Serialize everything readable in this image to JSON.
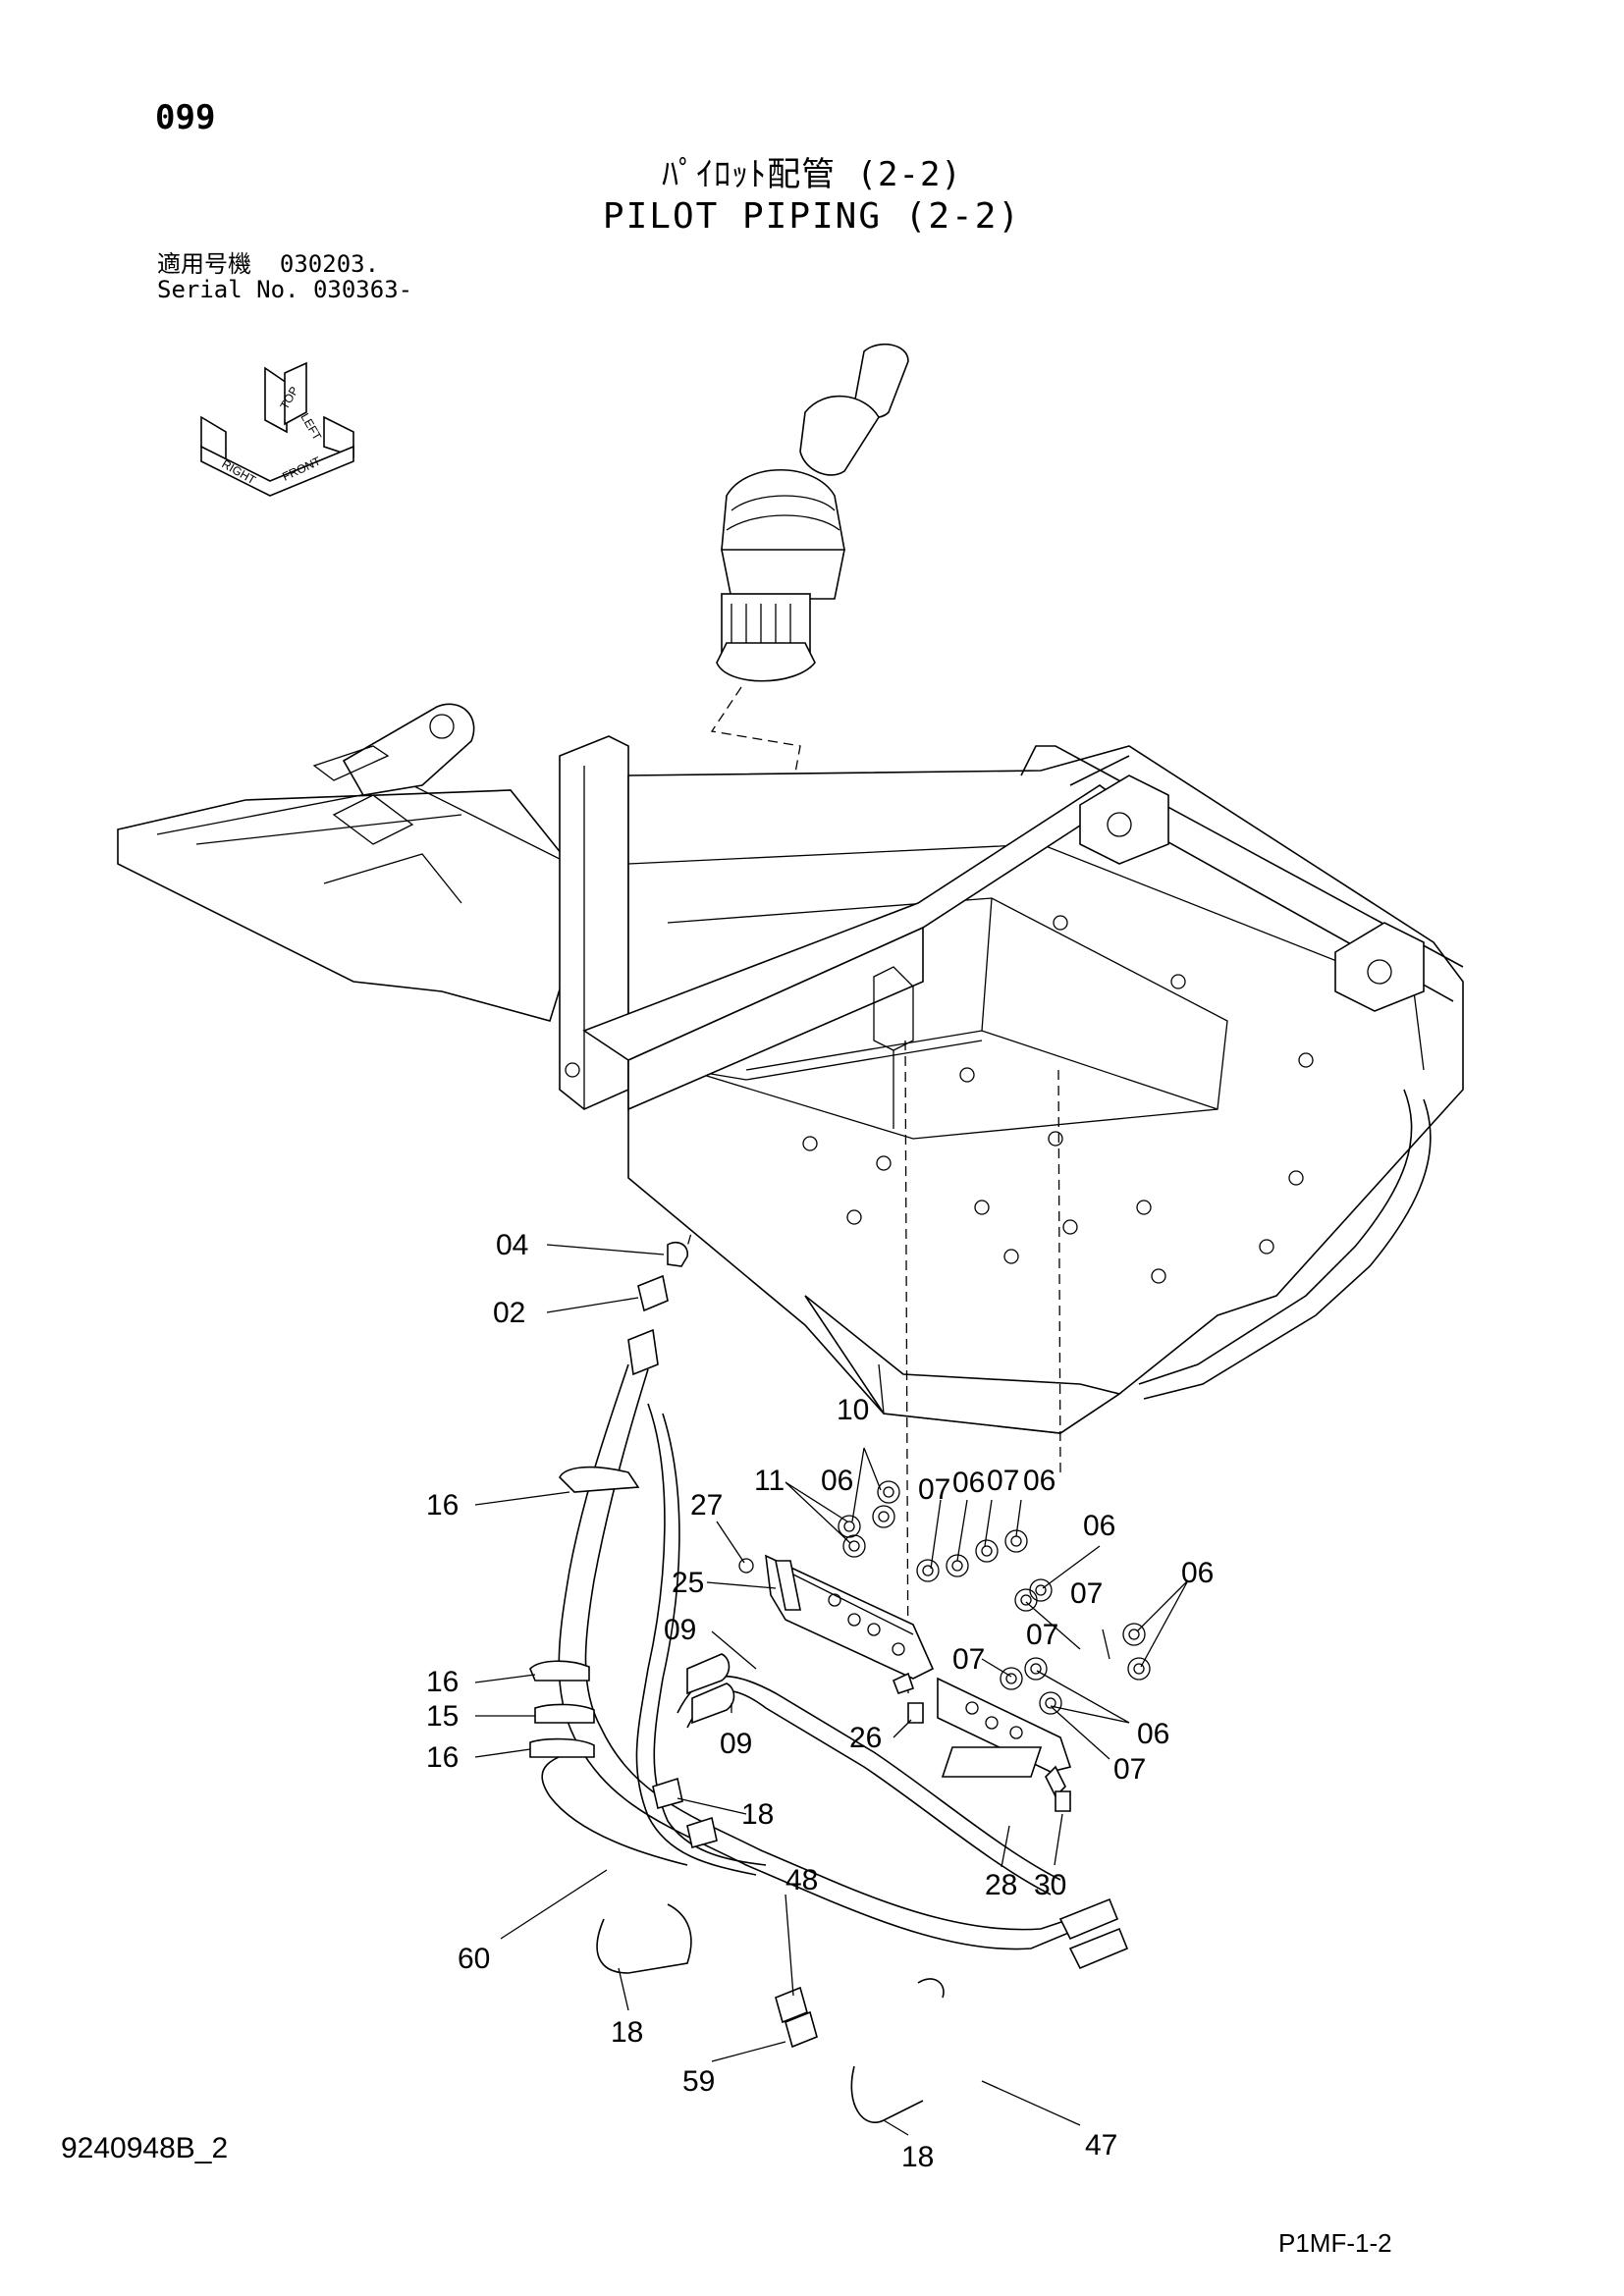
{
  "header": {
    "page_number": "099",
    "title_jp": "ﾊﾟｲﾛｯﾄ配管 (2-2)",
    "title_en": "PILOT PIPING (2-2)",
    "applicable_line": "適用号機  030203.",
    "serial_line": "Serial No. 030363-"
  },
  "orientation_icon": {
    "labels": [
      "TOP",
      "LEFT",
      "RIGHT",
      "FRONT"
    ]
  },
  "part_labels": [
    {
      "id": "lbl-04",
      "text": "04"
    },
    {
      "id": "lbl-02",
      "text": "02"
    },
    {
      "id": "lbl-16a",
      "text": "16"
    },
    {
      "id": "lbl-16b",
      "text": "16"
    },
    {
      "id": "lbl-15",
      "text": "15"
    },
    {
      "id": "lbl-16c",
      "text": "16"
    },
    {
      "id": "lbl-10",
      "text": "10"
    },
    {
      "id": "lbl-11",
      "text": "11"
    },
    {
      "id": "lbl-06a",
      "text": "06"
    },
    {
      "id": "lbl-07a",
      "text": "07"
    },
    {
      "id": "lbl-06b",
      "text": "06"
    },
    {
      "id": "lbl-07b",
      "text": "07"
    },
    {
      "id": "lbl-06c",
      "text": "06"
    },
    {
      "id": "lbl-27",
      "text": "27"
    },
    {
      "id": "lbl-06d",
      "text": "06"
    },
    {
      "id": "lbl-25",
      "text": "25"
    },
    {
      "id": "lbl-06e",
      "text": "06"
    },
    {
      "id": "lbl-07c",
      "text": "07"
    },
    {
      "id": "lbl-09a",
      "text": "09"
    },
    {
      "id": "lbl-07d",
      "text": "07"
    },
    {
      "id": "lbl-07e",
      "text": "07"
    },
    {
      "id": "lbl-09b",
      "text": "09"
    },
    {
      "id": "lbl-26",
      "text": "26"
    },
    {
      "id": "lbl-06f",
      "text": "06"
    },
    {
      "id": "lbl-07f",
      "text": "07"
    },
    {
      "id": "lbl-18a",
      "text": "18"
    },
    {
      "id": "lbl-28",
      "text": "28"
    },
    {
      "id": "lbl-30",
      "text": "30"
    },
    {
      "id": "lbl-48",
      "text": "48"
    },
    {
      "id": "lbl-60",
      "text": "60"
    },
    {
      "id": "lbl-18b",
      "text": "18"
    },
    {
      "id": "lbl-59",
      "text": "59"
    },
    {
      "id": "lbl-47",
      "text": "47"
    },
    {
      "id": "lbl-18c",
      "text": "18"
    }
  ],
  "footer": {
    "doc_id": "9240948B_2",
    "page_code": "P1MF-1-2"
  }
}
